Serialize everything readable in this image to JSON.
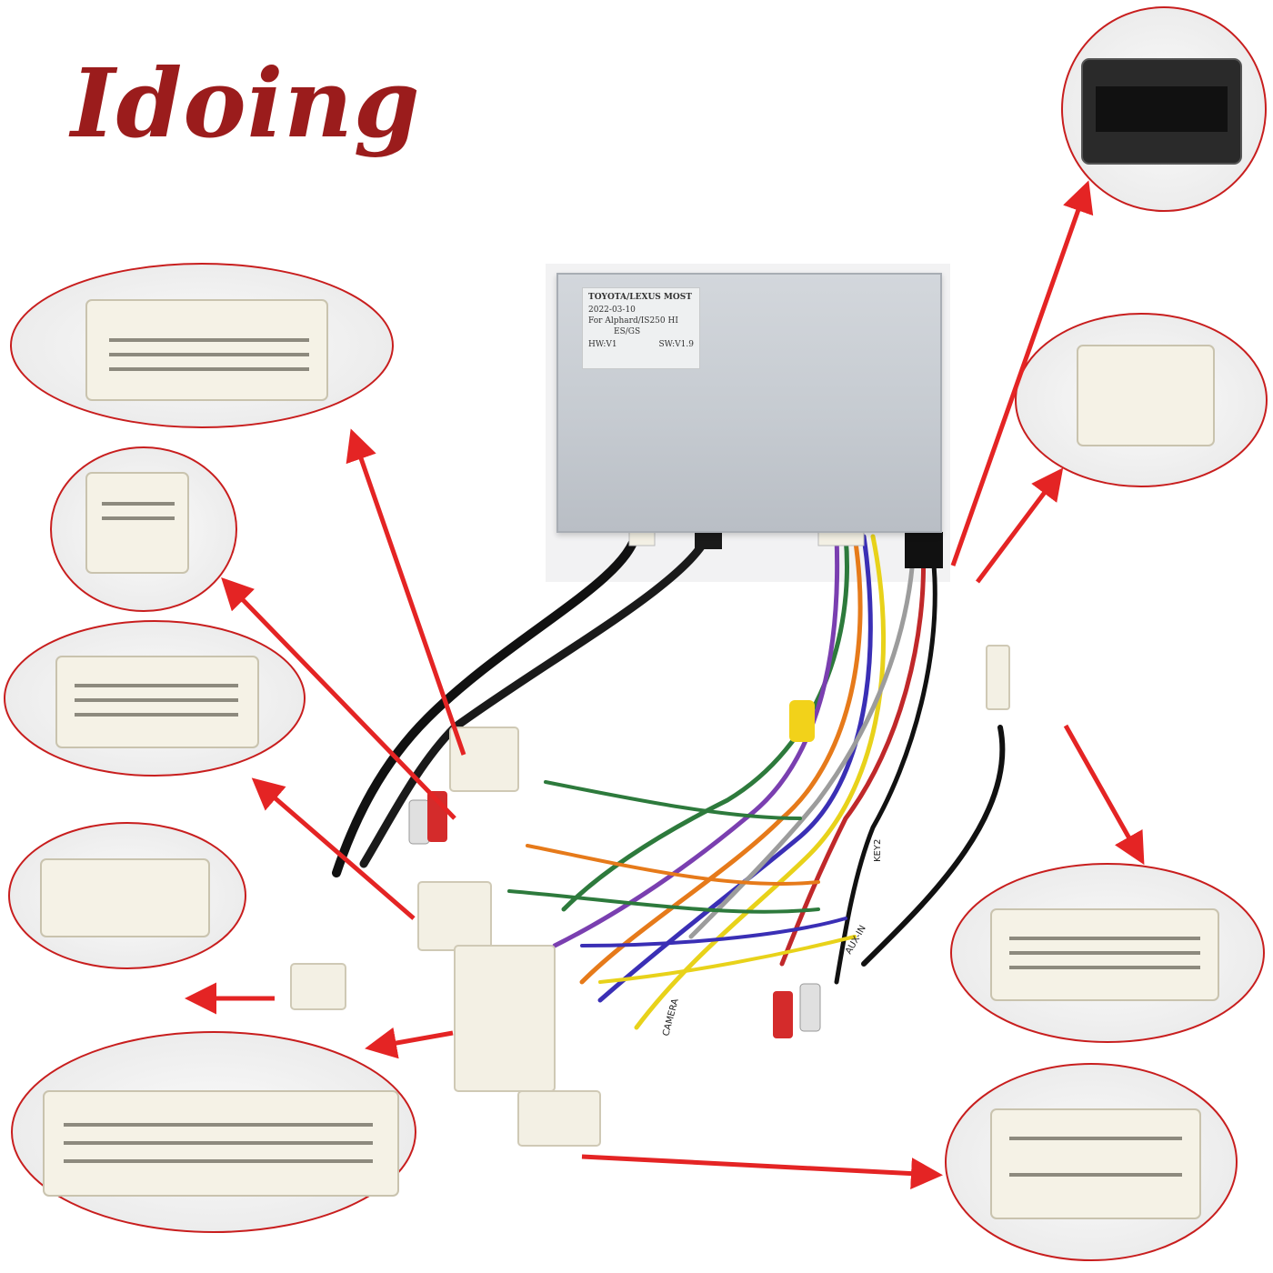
{
  "brand": {
    "name": "Idoing",
    "color": "#9b1c1c"
  },
  "module_label": {
    "line1": "TOYOTA/LEXUS MOST",
    "line2": "2022-03-10",
    "line3": "For Alphard/IS250 HI",
    "line4": "ES/GS",
    "hw": "HW:V1",
    "sw": "SW:V1.9"
  },
  "wire_tags": {
    "key2": "KEY2",
    "aux_in": "AUX-IN",
    "camera": "CAMERA"
  },
  "colors": {
    "arrow": "#e42424",
    "callout_border": "#c81e1e",
    "module": "#c6cbd1",
    "connector_body": "#f3f0e4"
  }
}
